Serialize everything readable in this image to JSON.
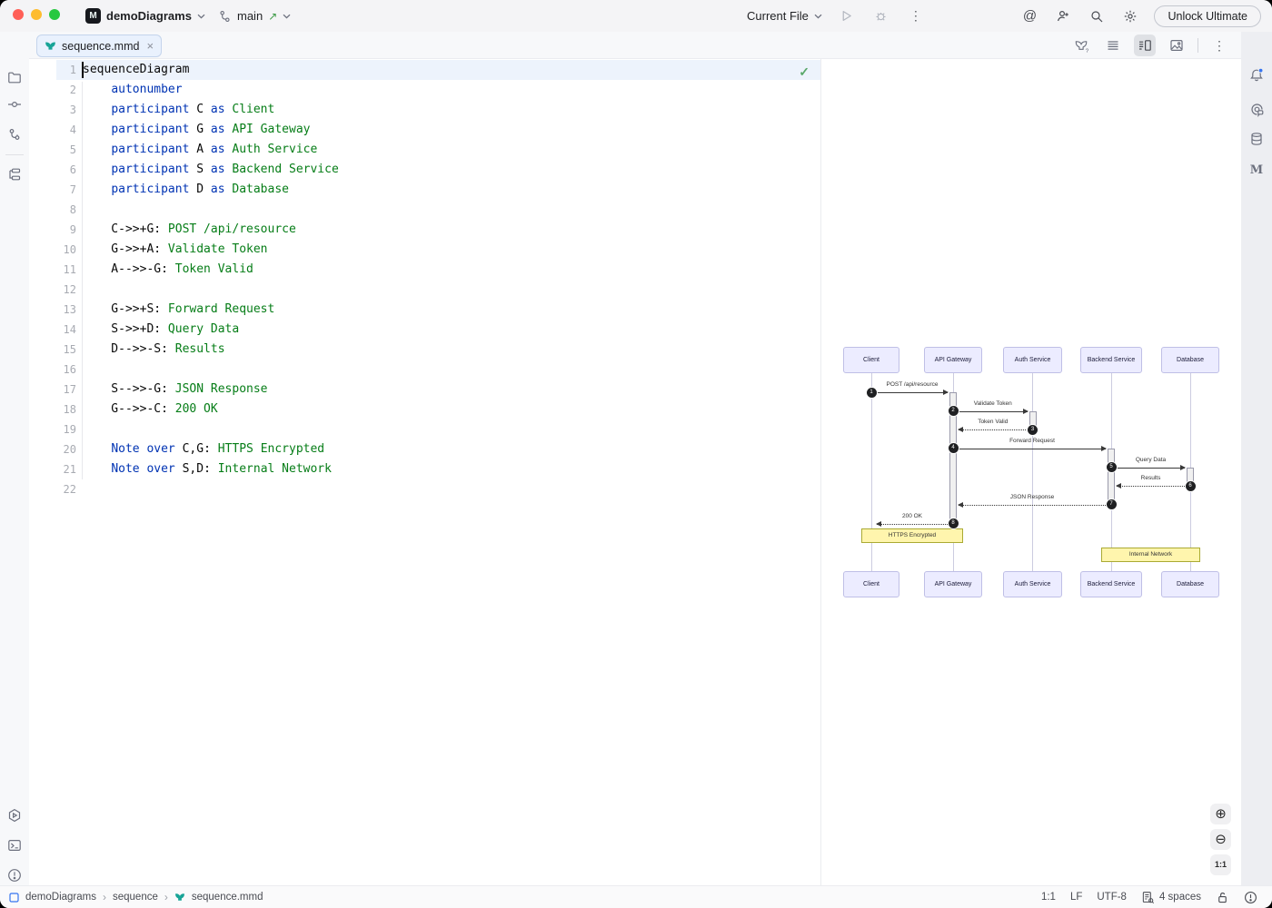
{
  "colors": {
    "accent_blue": "#3574F0",
    "keyword": "#0033B3",
    "string": "#067D17",
    "text": "#1E1F22",
    "muted_icon": "#6C707E",
    "gutter_number": "#A8ABB2",
    "caret_row": "#EDF3FC",
    "mermaid_teal": "#18A497",
    "participant_fill": "#ECECFF",
    "note_fill": "#FFF5AD",
    "note_border": "#AAAA33",
    "check_green": "#59A869",
    "traffic_red": "#FF5F57",
    "traffic_yellow": "#FEBC2E",
    "traffic_green": "#28C840"
  },
  "glyphs": {
    "project_letter": "M",
    "mermaid_panel_letter": "M",
    "arrow_up_right": "↗",
    "more_v": "⋮",
    "close": "×",
    "check": "✓",
    "zoom_in": "⊕",
    "zoom_out": "⊖",
    "at_ai": "@",
    "breadcrumb_sep": "›"
  },
  "titlebar": {
    "project": "demoDiagrams",
    "branch": "main",
    "run_config": "Current File",
    "unlock_button": "Unlock Ultimate"
  },
  "tabbar": {
    "active_tab": "sequence.mmd"
  },
  "editor": {
    "lines": [
      {
        "n": "1",
        "segs": [
          {
            "t": "sequenceDiagram",
            "c": "plain"
          }
        ]
      },
      {
        "n": "2",
        "segs": [
          {
            "t": "    ",
            "c": "plain"
          },
          {
            "t": "autonumber",
            "c": "kw"
          }
        ]
      },
      {
        "n": "3",
        "segs": [
          {
            "t": "    ",
            "c": "plain"
          },
          {
            "t": "participant ",
            "c": "kw"
          },
          {
            "t": "C ",
            "c": "plain"
          },
          {
            "t": "as ",
            "c": "kw"
          },
          {
            "t": "Client",
            "c": "str"
          }
        ]
      },
      {
        "n": "4",
        "segs": [
          {
            "t": "    ",
            "c": "plain"
          },
          {
            "t": "participant ",
            "c": "kw"
          },
          {
            "t": "G ",
            "c": "plain"
          },
          {
            "t": "as ",
            "c": "kw"
          },
          {
            "t": "API Gateway",
            "c": "str"
          }
        ]
      },
      {
        "n": "5",
        "segs": [
          {
            "t": "    ",
            "c": "plain"
          },
          {
            "t": "participant ",
            "c": "kw"
          },
          {
            "t": "A ",
            "c": "plain"
          },
          {
            "t": "as ",
            "c": "kw"
          },
          {
            "t": "Auth Service",
            "c": "str"
          }
        ]
      },
      {
        "n": "6",
        "segs": [
          {
            "t": "    ",
            "c": "plain"
          },
          {
            "t": "participant ",
            "c": "kw"
          },
          {
            "t": "S ",
            "c": "plain"
          },
          {
            "t": "as ",
            "c": "kw"
          },
          {
            "t": "Backend Service",
            "c": "str"
          }
        ]
      },
      {
        "n": "7",
        "segs": [
          {
            "t": "    ",
            "c": "plain"
          },
          {
            "t": "participant ",
            "c": "kw"
          },
          {
            "t": "D ",
            "c": "plain"
          },
          {
            "t": "as ",
            "c": "kw"
          },
          {
            "t": "Database",
            "c": "str"
          }
        ]
      },
      {
        "n": "8",
        "segs": []
      },
      {
        "n": "9",
        "segs": [
          {
            "t": "    C->>+G: ",
            "c": "plain"
          },
          {
            "t": "POST /api/resource",
            "c": "str"
          }
        ]
      },
      {
        "n": "10",
        "segs": [
          {
            "t": "    G->>+A: ",
            "c": "plain"
          },
          {
            "t": "Validate Token",
            "c": "str"
          }
        ]
      },
      {
        "n": "11",
        "segs": [
          {
            "t": "    A-->>-G: ",
            "c": "plain"
          },
          {
            "t": "Token Valid",
            "c": "str"
          }
        ]
      },
      {
        "n": "12",
        "segs": []
      },
      {
        "n": "13",
        "segs": [
          {
            "t": "    G->>+S: ",
            "c": "plain"
          },
          {
            "t": "Forward Request",
            "c": "str"
          }
        ]
      },
      {
        "n": "14",
        "segs": [
          {
            "t": "    S->>+D: ",
            "c": "plain"
          },
          {
            "t": "Query Data",
            "c": "str"
          }
        ]
      },
      {
        "n": "15",
        "segs": [
          {
            "t": "    D-->>-S: ",
            "c": "plain"
          },
          {
            "t": "Results",
            "c": "str"
          }
        ]
      },
      {
        "n": "16",
        "segs": []
      },
      {
        "n": "17",
        "segs": [
          {
            "t": "    S-->>-G: ",
            "c": "plain"
          },
          {
            "t": "JSON Response",
            "c": "str"
          }
        ]
      },
      {
        "n": "18",
        "segs": [
          {
            "t": "    G-->>-C: ",
            "c": "plain"
          },
          {
            "t": "200 OK",
            "c": "str"
          }
        ]
      },
      {
        "n": "19",
        "segs": []
      },
      {
        "n": "20",
        "segs": [
          {
            "t": "    ",
            "c": "plain"
          },
          {
            "t": "Note over ",
            "c": "kw"
          },
          {
            "t": "C,G: ",
            "c": "plain"
          },
          {
            "t": "HTTPS Encrypted",
            "c": "str"
          }
        ]
      },
      {
        "n": "21",
        "segs": [
          {
            "t": "    ",
            "c": "plain"
          },
          {
            "t": "Note over ",
            "c": "kw"
          },
          {
            "t": "S,D: ",
            "c": "plain"
          },
          {
            "t": "Internal Network",
            "c": "str"
          }
        ]
      },
      {
        "n": "22",
        "segs": []
      }
    ]
  },
  "diagram": {
    "participants": [
      "Client",
      "API Gateway",
      "Auth Service",
      "Backend Service",
      "Database"
    ],
    "messages": [
      {
        "num": "1",
        "from": 0,
        "to": 1,
        "label": "POST /api/resource",
        "style": "solid"
      },
      {
        "num": "2",
        "from": 1,
        "to": 2,
        "label": "Validate Token",
        "style": "solid"
      },
      {
        "num": "3",
        "from": 2,
        "to": 1,
        "label": "Token Valid",
        "style": "dashed"
      },
      {
        "num": "4",
        "from": 1,
        "to": 3,
        "label": "Forward Request",
        "style": "solid"
      },
      {
        "num": "5",
        "from": 3,
        "to": 4,
        "label": "Query Data",
        "style": "solid"
      },
      {
        "num": "6",
        "from": 4,
        "to": 3,
        "label": "Results",
        "style": "dashed"
      },
      {
        "num": "7",
        "from": 3,
        "to": 1,
        "label": "JSON Response",
        "style": "dashed"
      },
      {
        "num": "8",
        "from": 1,
        "to": 0,
        "label": "200 OK",
        "style": "dashed"
      }
    ],
    "notes": [
      {
        "label": "HTTPS Encrypted",
        "from": 0,
        "to": 1
      },
      {
        "label": "Internal Network",
        "from": 3,
        "to": 4
      }
    ],
    "zoom_reset": "1:1"
  },
  "statusbar": {
    "breadcrumbs": [
      "demoDiagrams",
      "sequence",
      "sequence.mmd"
    ],
    "caret": "1:1",
    "line_ending": "LF",
    "encoding": "UTF-8",
    "indent": "4 spaces"
  }
}
